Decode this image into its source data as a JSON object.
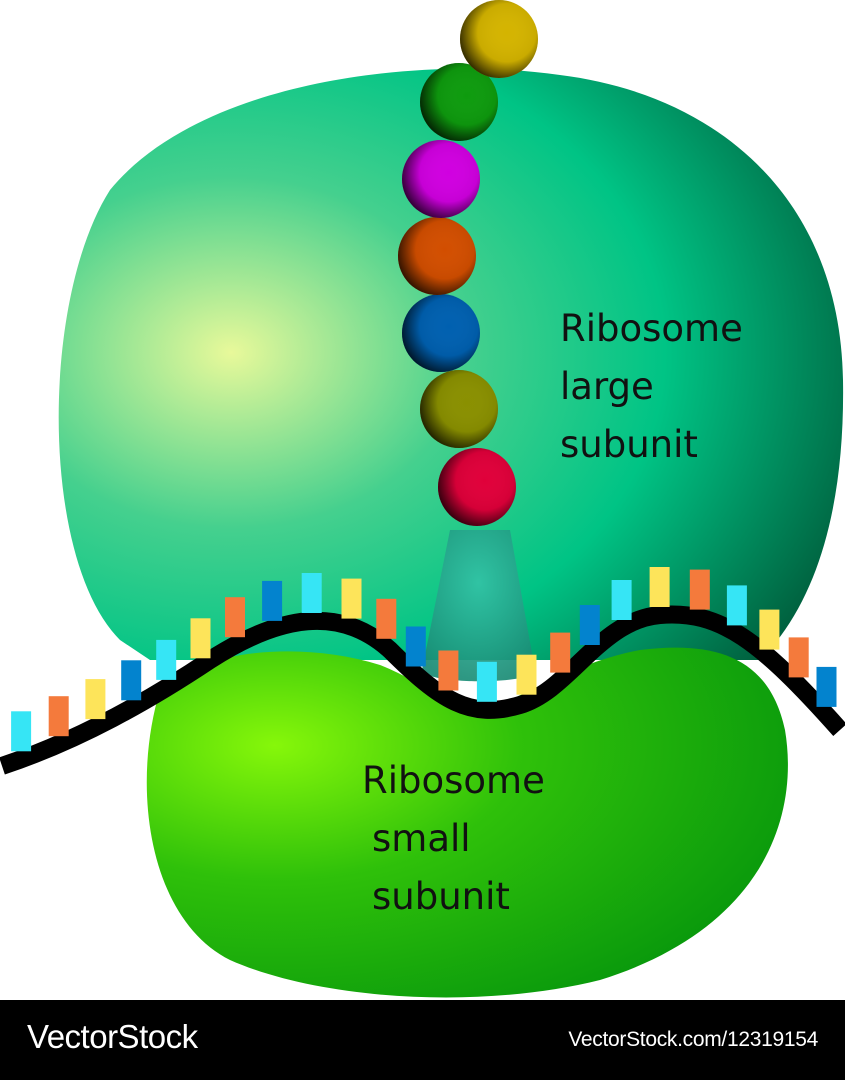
{
  "labels": {
    "large_subunit": [
      "Ribosome",
      "large",
      "subunit"
    ],
    "small_subunit": [
      "Ribosome",
      "small",
      "subunit"
    ]
  },
  "footer": {
    "brand": "VectorStock",
    "reference": "VectorStock.com/12319154"
  },
  "colors": {
    "large_subunit": "#00c485",
    "large_subunit_highlight": "#e3f79a",
    "large_subunit_shadow": "#005a3a",
    "small_subunit": "#13b90a",
    "small_subunit_highlight": "#7ef40a",
    "trna": "#2ab59a",
    "mrna_backbone": "#000000",
    "footer_bg": "#000000"
  },
  "peptide_chain": [
    {
      "name": "amino-acid-1",
      "color": "#e0003a"
    },
    {
      "name": "amino-acid-2",
      "color": "#8a9000"
    },
    {
      "name": "amino-acid-3",
      "color": "#0060b0"
    },
    {
      "name": "amino-acid-4",
      "color": "#d24e00"
    },
    {
      "name": "amino-acid-5",
      "color": "#d000e0"
    },
    {
      "name": "amino-acid-6",
      "color": "#0e9b0e"
    },
    {
      "name": "amino-acid-7",
      "color": "#d4b400"
    }
  ],
  "codon_colors": {
    "cyan": "#36e5f5",
    "orange": "#f47a3c",
    "yellow": "#fde45a",
    "blue": "#0383ce"
  },
  "mrna_bases": [
    "cyan",
    "orange",
    "yellow",
    "blue",
    "cyan",
    "yellow",
    "orange",
    "blue",
    "cyan",
    "yellow",
    "orange",
    "blue",
    "orange",
    "cyan",
    "yellow",
    "orange",
    "blue",
    "cyan",
    "yellow",
    "orange",
    "cyan",
    "yellow",
    "orange",
    "blue"
  ]
}
